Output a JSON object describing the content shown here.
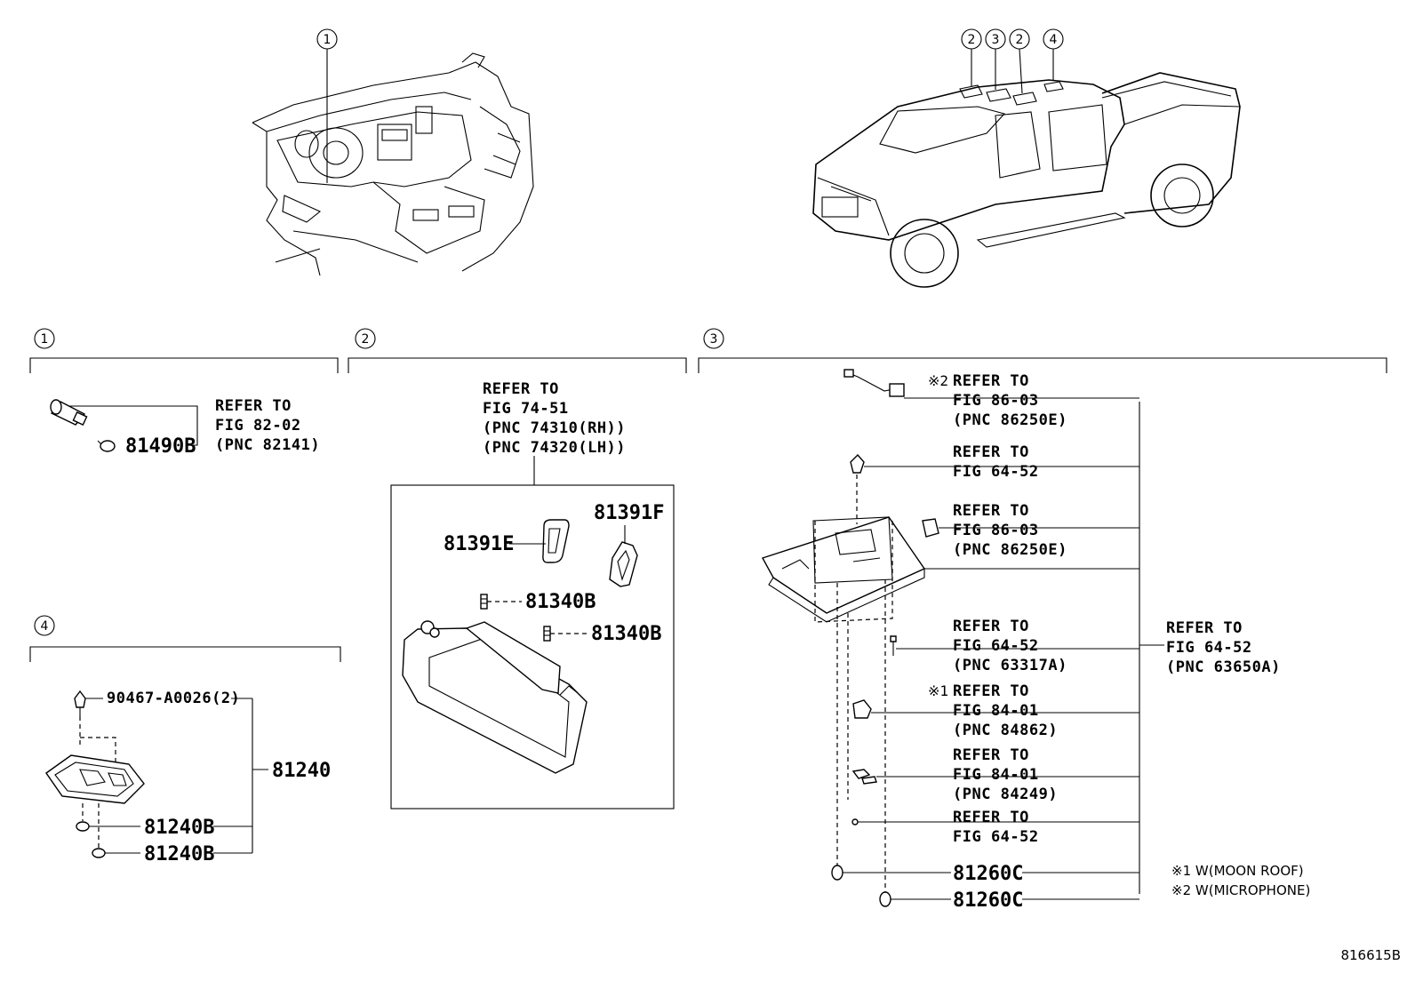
{
  "diagram": {
    "code": "816615B",
    "callouts": {
      "interior": [
        "1"
      ],
      "truck": [
        "2",
        "3",
        "2",
        "4"
      ]
    },
    "sections": [
      {
        "id": "1",
        "badge": "1"
      },
      {
        "id": "2",
        "badge": "2"
      },
      {
        "id": "3",
        "badge": "3"
      },
      {
        "id": "4",
        "badge": "4"
      }
    ],
    "section1": {
      "part": "81490B",
      "refer": [
        "REFER TO",
        "FIG 82-02",
        "(PNC 82141)"
      ]
    },
    "section2": {
      "refer": [
        "REFER TO",
        "FIG 74-51",
        "(PNC 74310(RH))",
        "(PNC 74320(LH))"
      ],
      "parts": [
        "81391E",
        "81391F",
        "81340B",
        "81340B"
      ]
    },
    "section3": {
      "refers": [
        {
          "mark": "※2",
          "lines": [
            "REFER TO",
            "FIG 86-03",
            "(PNC 86250E)"
          ]
        },
        {
          "mark": "",
          "lines": [
            "REFER TO",
            "FIG 64-52"
          ]
        },
        {
          "mark": "",
          "lines": [
            "REFER TO",
            "FIG 86-03",
            "(PNC 86250E)"
          ]
        },
        {
          "mark": "",
          "lines": [
            "REFER TO",
            "FIG 64-52",
            "(PNC 63317A)"
          ]
        },
        {
          "mark": "※1",
          "lines": [
            "REFER TO",
            "FIG 84-01",
            "(PNC 84862)"
          ]
        },
        {
          "mark": "",
          "lines": [
            "REFER TO",
            "FIG 84-01",
            "(PNC 84249)"
          ]
        },
        {
          "mark": "",
          "lines": [
            "REFER TO",
            "FIG 64-52"
          ]
        }
      ],
      "assembly_refer": [
        "REFER TO",
        "FIG 64-52",
        "(PNC 63650A)"
      ],
      "parts": [
        "81260C",
        "81260C"
      ],
      "notes": [
        "※1 W(MOON ROOF)",
        "※2 W(MICROPHONE)"
      ]
    },
    "section4": {
      "parts": [
        "90467-A0026(2)",
        "81240",
        "81240B",
        "81240B"
      ]
    }
  }
}
